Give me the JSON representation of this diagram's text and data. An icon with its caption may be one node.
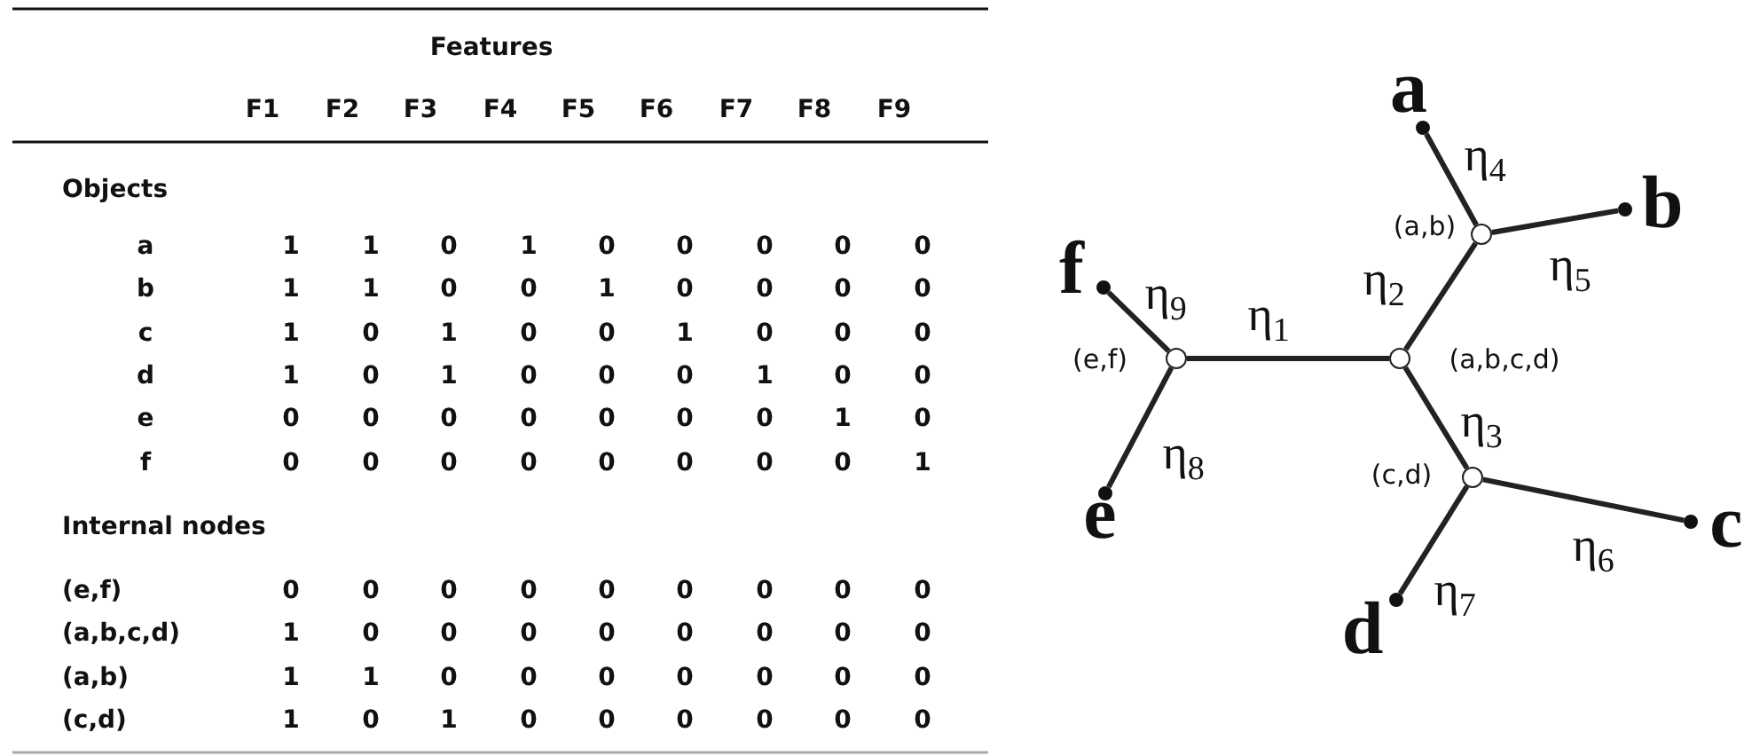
{
  "diagram": {
    "nodes": [
      {
        "text": [],
        "shape": "dot",
        "beside": [
          "a"
        ]
      },
      {
        "text": [],
        "shape": "dot",
        "beside": [
          "b"
        ]
      },
      {
        "text": [],
        "shape": "circle",
        "beside": [
          "(a,b)"
        ]
      },
      {
        "text": [],
        "shape": "dot",
        "beside": [
          "f"
        ]
      },
      {
        "text": [],
        "shape": "circle",
        "beside": [
          "(e,f)"
        ]
      },
      {
        "text": [],
        "shape": "circle",
        "beside": [
          "(a,b,c,d)"
        ]
      },
      {
        "text": [],
        "shape": "circle",
        "beside": [
          "(c,d)"
        ]
      },
      {
        "text": [],
        "shape": "dot",
        "beside": [
          "c"
        ]
      },
      {
        "text": [],
        "shape": "dot",
        "beside": [
          "e"
        ]
      },
      {
        "text": [],
        "shape": "dot",
        "beside": [
          "d"
        ]
      }
    ],
    "edges": [
      {
        "from": 4,
        "to": 5,
        "arrow": "none",
        "label": "η$_{1}$"
      },
      {
        "from": 5,
        "to": 2,
        "arrow": "none",
        "label": "η$_{2}$"
      },
      {
        "from": 5,
        "to": 6,
        "arrow": "none",
        "label": "η$_{3}$"
      },
      {
        "from": 2,
        "to": 0,
        "arrow": "none",
        "label": "η$_{4}$"
      },
      {
        "from": 2,
        "to": 1,
        "arrow": "none",
        "label": "η$_{5}$"
      },
      {
        "from": 6,
        "to": 7,
        "arrow": "none",
        "label": "η$_{6}$"
      },
      {
        "from": 6,
        "to": 9,
        "arrow": "none",
        "label": "η$_{7}$"
      },
      {
        "from": 4,
        "to": 8,
        "arrow": "none",
        "label": "η$_{8}$"
      },
      {
        "from": 4,
        "to": 3,
        "arrow": "none",
        "label": "η$_{9}$"
      }
    ],
    "labels": [
      "Features",
      "F1",
      "F2",
      "F3",
      "F4",
      "F5",
      "F6",
      "F7",
      "F8",
      "F9",
      "Objects",
      "a",
      "1",
      "1",
      "0",
      "1",
      "0",
      "0",
      "0",
      "0",
      "0",
      "b",
      "1",
      "1",
      "0",
      "0",
      "1",
      "0",
      "0",
      "0",
      "0",
      "c",
      "1",
      "0",
      "1",
      "0",
      "0",
      "1",
      "0",
      "0",
      "0",
      "d",
      "1",
      "0",
      "1",
      "0",
      "0",
      "0",
      "1",
      "0",
      "0",
      "e",
      "0",
      "0",
      "0",
      "0",
      "0",
      "0",
      "0",
      "1",
      "0",
      "f",
      "0",
      "0",
      "0",
      "0",
      "0",
      "0",
      "0",
      "0",
      "1",
      "Internal nodes",
      "(e,f)",
      "0",
      "0",
      "0",
      "0",
      "0",
      "0",
      "0",
      "0",
      "0",
      "(a,b,c,d)",
      "1",
      "0",
      "0",
      "0",
      "0",
      "0",
      "0",
      "0",
      "0",
      "(a,b)",
      "1",
      "1",
      "0",
      "0",
      "0",
      "0",
      "0",
      "0",
      "0",
      "(c,d)",
      "1",
      "0",
      "1",
      "0",
      "0",
      "0",
      "0",
      "0",
      "0"
    ]
  }
}
